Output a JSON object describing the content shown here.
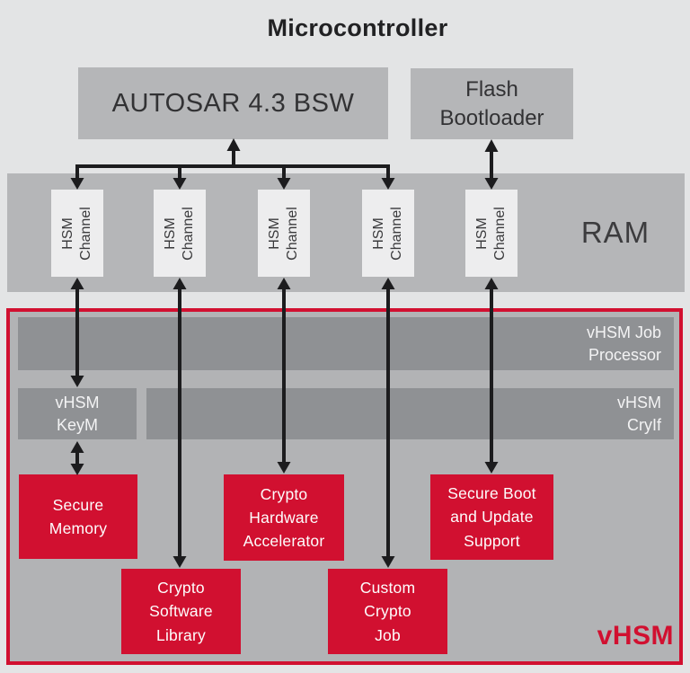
{
  "title": "Microcontroller",
  "colors": {
    "background": "#e3e4e5",
    "box_gray": "#b5b6b8",
    "band_dark_gray": "#8f9194",
    "channel_box": "#ededee",
    "vhsm_fill": "#b2b3b5",
    "accent_red": "#d11030",
    "text_dark": "#323234",
    "text_light": "#f3f3f4",
    "arrow_black": "#1c1c1e"
  },
  "microcontroller": {
    "autosar_label": "AUTOSAR 4.3 BSW",
    "flash_bootloader_label": "Flash\nBootloader",
    "ram_label": "RAM"
  },
  "hsm_channels": [
    "HSM\nChannel",
    "HSM\nChannel",
    "HSM\nChannel",
    "HSM\nChannel",
    "HSM\nChannel"
  ],
  "vhsm": {
    "container_label": "vHSM",
    "job_processor_label": "vHSM Job\nProcessor",
    "keym_label": "vHSM\nKeyM",
    "cryif_label": "vHSM\nCryIf",
    "modules": {
      "secure_memory": "Secure\nMemory",
      "crypto_hardware_accelerator": "Crypto\nHardware\nAccelerator",
      "secure_boot_update": "Secure Boot\nand Update\nSupport",
      "crypto_software_library": "Crypto\nSoftware\nLibrary",
      "custom_crypto_job": "Custom\nCrypto\nJob"
    }
  }
}
